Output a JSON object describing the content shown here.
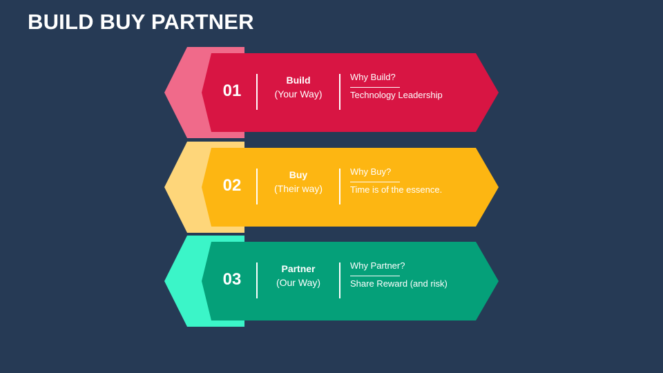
{
  "title": "BUILD BUY PARTNER",
  "rows": [
    {
      "number": "01",
      "option": "Build",
      "detail": "(Your Way)",
      "question": "Why Build?",
      "answer": "Technology Leadership",
      "main_color": "#d81543",
      "back_color": "#f06a8a"
    },
    {
      "number": "02",
      "option": "Buy",
      "detail": "(Their way)",
      "question": "Why Buy?",
      "answer": "Time is of the essence.",
      "main_color": "#fdb612",
      "back_color": "#fed67a"
    },
    {
      "number": "03",
      "option": "Partner",
      "detail": "(Our Way)",
      "question": "Why Partner?",
      "answer": "Share Reward (and risk)",
      "main_color": "#05a079",
      "back_color": "#3bf5c8"
    }
  ]
}
